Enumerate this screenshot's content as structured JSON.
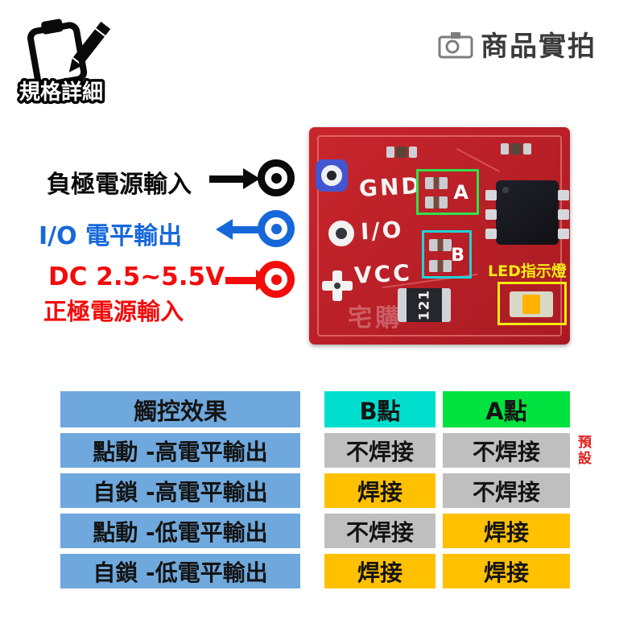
{
  "header": {
    "spec_badge": "規格詳細",
    "photo_badge": "商品實拍"
  },
  "annotations": {
    "negative_input": "負極電源輸入",
    "io_output": "I/O 電平輸出",
    "dc_range": "DC 2.5~5.5V",
    "positive_input": "正極電源輸入",
    "led_label": "LED指示燈",
    "default_note": "預設"
  },
  "pcb": {
    "silkscreen": [
      "GND",
      "I/O",
      "VCC"
    ],
    "jumper_a_label": "A",
    "jumper_b_label": "B",
    "resistor_code": "121",
    "watermark": "宅購"
  },
  "table": {
    "headers": [
      "觸控效果",
      "B點",
      "A點"
    ],
    "rows": [
      {
        "effect": "點動 -高電平輸出",
        "b": "不焊接",
        "a": "不焊接"
      },
      {
        "effect": "自鎖 -高電平輸出",
        "b": "焊接",
        "a": "不焊接"
      },
      {
        "effect": "點動 -低電平輸出",
        "b": "不焊接",
        "a": "焊接"
      },
      {
        "effect": "自鎖 -低電平輸出",
        "b": "焊接",
        "a": "焊接"
      }
    ]
  },
  "colors": {
    "effect_blue": "#6FA8DC",
    "b_cyan": "#00DFCE",
    "a_green": "#00E23F",
    "solder_yellow": "#FFC000",
    "nosolder_gray": "#BFBFBF",
    "pcb_red": "#C22730",
    "annotation_blue": "#1668D9",
    "annotation_red": "#F20C0C"
  }
}
